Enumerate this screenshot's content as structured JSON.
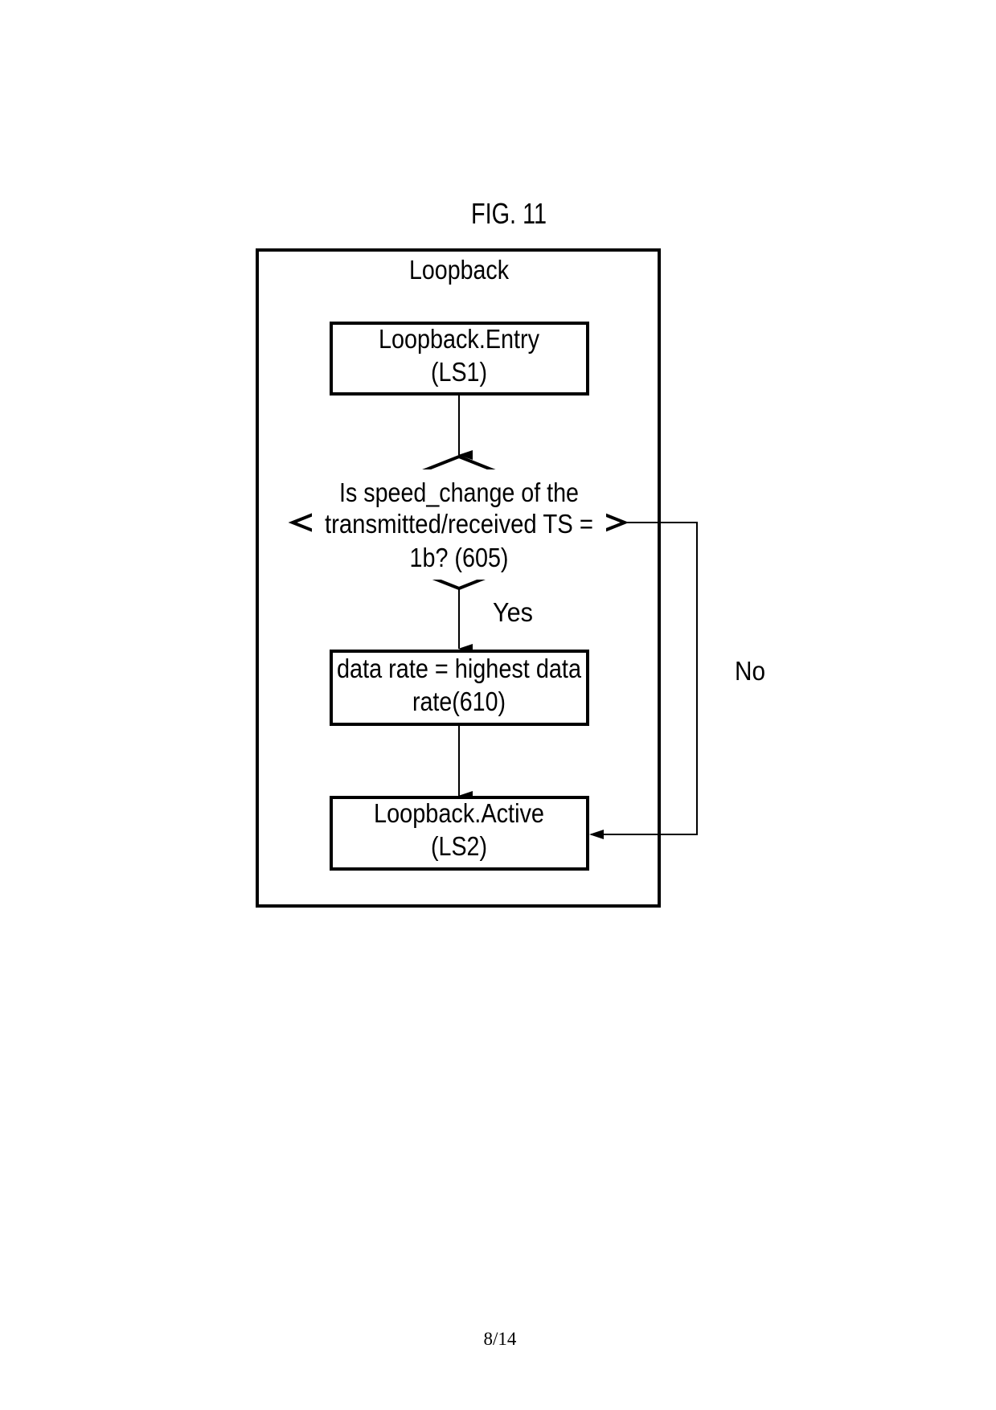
{
  "page": {
    "figure_label": "FIG. 11",
    "page_number": "8/14"
  },
  "diagram": {
    "container": {
      "title": "Loopback"
    },
    "nodes": {
      "entry": {
        "type": "state",
        "line1": "Loopback.Entry",
        "line2": "(LS1)"
      },
      "decision": {
        "type": "decision",
        "line1": "Is speed_change of the",
        "line2": "transmitted/received TS =",
        "line3": "1b? (605)"
      },
      "set_rate": {
        "type": "process",
        "line1": "data rate = highest data",
        "line2": "rate(610)"
      },
      "active": {
        "type": "state",
        "line1": "Loopback.Active",
        "line2": "(LS2)"
      }
    },
    "edges": [
      {
        "from": "entry",
        "to": "decision",
        "label": ""
      },
      {
        "from": "decision",
        "to": "set_rate",
        "label": "Yes"
      },
      {
        "from": "set_rate",
        "to": "active",
        "label": ""
      },
      {
        "from": "decision",
        "to": "active",
        "label": "No"
      }
    ],
    "edge_labels": {
      "yes": "Yes",
      "no": "No"
    }
  }
}
